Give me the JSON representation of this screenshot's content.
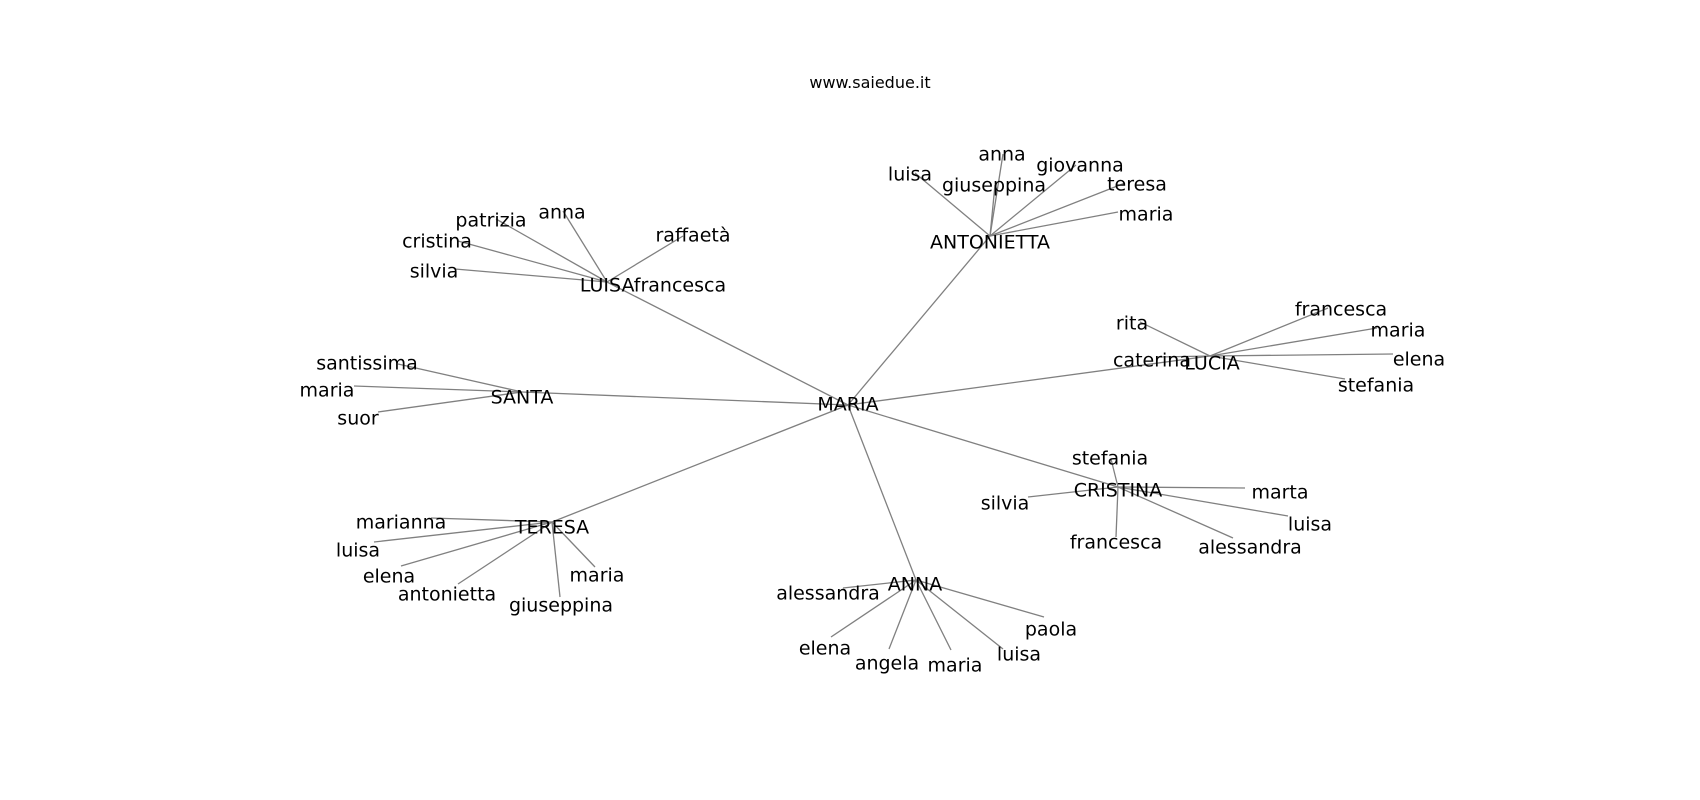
{
  "header": {
    "title": "www.saiedue.it"
  },
  "graph": {
    "edge_color": "#808080",
    "text_color": "#000000",
    "root": "MARIA",
    "groups": [
      {
        "id": "antonietta",
        "label": "ANTONIETTA",
        "children": [
          "luisa",
          "anna",
          "giuseppina",
          "giovanna",
          "teresa",
          "maria"
        ]
      },
      {
        "id": "luisafrancesca",
        "label": "LUISAfrancesca",
        "children": [
          "silvia",
          "cristina",
          "patrizia",
          "anna",
          "raffaetà"
        ]
      },
      {
        "id": "lucia",
        "label": "LUCIA",
        "children": [
          "rita",
          "caterina",
          "francesca",
          "maria",
          "elena",
          "stefania"
        ]
      },
      {
        "id": "santa",
        "label": "SANTA",
        "children": [
          "santissima",
          "maria",
          "suor"
        ]
      },
      {
        "id": "cristina",
        "label": "CRISTINA",
        "children": [
          "stefania",
          "silvia",
          "marta",
          "luisa",
          "alessandra",
          "francesca"
        ]
      },
      {
        "id": "teresa",
        "label": "TERESA",
        "children": [
          "marianna",
          "luisa",
          "elena",
          "antonietta",
          "giuseppina",
          "maria"
        ]
      },
      {
        "id": "anna",
        "label": "ANNA",
        "children": [
          "alessandra",
          "elena",
          "angela",
          "maria",
          "luisa",
          "paola"
        ]
      }
    ]
  }
}
